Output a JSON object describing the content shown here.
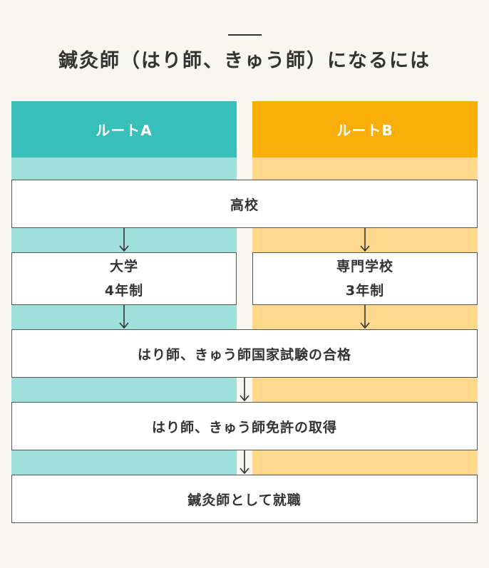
{
  "title": "鍼灸師（はり師、きゅう師）になるには",
  "routes": {
    "a": {
      "label": "ルートA",
      "color": "#37c0b9",
      "bg_color": "#9fe0dc"
    },
    "b": {
      "label": "ルートB",
      "color": "#f9ae0a",
      "bg_color": "#fdd78b"
    }
  },
  "steps": {
    "high_school": "高校",
    "university": {
      "name": "大学",
      "duration": "4年制"
    },
    "vocational_school": {
      "name": "専門学校",
      "duration": "3年制"
    },
    "exam": "はり師、きゅう師国家試験の合格",
    "license": "はり師、きゅう師免許の取得",
    "career": "鍼灸師として就職"
  }
}
